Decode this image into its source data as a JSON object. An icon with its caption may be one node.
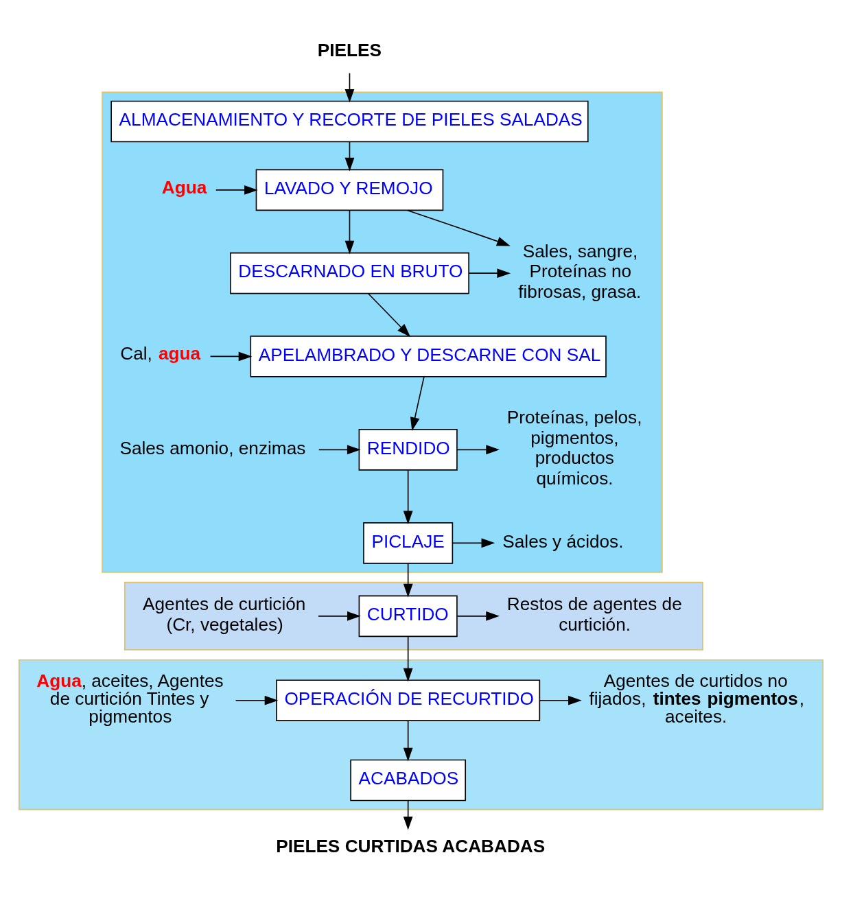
{
  "diagram": {
    "nodes": [
      {
        "text": [
          "PIELES"
        ]
      },
      {
        "text": [],
        "shape": "box"
      },
      {
        "text": [
          "ALMACENAMIENTO Y RECORTE DE PIELES SALADAS"
        ],
        "in": 1
      },
      {
        "text": [
          "Agua"
        ],
        "in": 1
      },
      {
        "text": [
          "LAVADO Y REMOJO"
        ],
        "in": 1
      },
      {
        "text": [
          "DESCARNADO EN BRUTO"
        ],
        "in": 1
      },
      {
        "text": [
          "Sales, sangre, Proteínas no fibrosas, grasa."
        ],
        "in": 1
      },
      {
        "text": [
          "Cal, **agua**"
        ],
        "in": 1
      },
      {
        "text": [
          "APELAMBRADO Y DESCARNE CON SAL"
        ],
        "in": 1
      },
      {
        "text": [
          "Sales amonio, enzimas"
        ],
        "in": 1
      },
      {
        "text": [
          "RENDIDO"
        ],
        "in": 1
      },
      {
        "text": [
          "Proteínas, pelos, pigmentos, productos químicos."
        ],
        "in": 1
      },
      {
        "text": [
          "PICLAJE"
        ],
        "in": 1
      },
      {
        "text": [
          "Sales y ácidos."
        ],
        "in": 1
      },
      {
        "text": [],
        "shape": "box"
      },
      {
        "text": [
          "Agentes de curtición (Cr, vegetales)"
        ],
        "in": 14
      },
      {
        "text": [
          "CURTIDO"
        ],
        "in": 14
      },
      {
        "text": [
          "Restos de agentes de curtición."
        ],
        "in": 14
      },
      {
        "text": [],
        "shape": "box"
      },
      {
        "text": [
          "**Agua**, aceites, Agentes de curtición Tintes y pigmentos"
        ],
        "in": 18
      },
      {
        "text": [
          "OPERACIÓN DE RECURTIDO"
        ],
        "in": 18
      },
      {
        "text": [
          "Agentes de curtidos no fijados, **tintes pigmentos**, aceites."
        ],
        "in": 18
      },
      {
        "text": [
          "ACABADOS"
        ],
        "in": 18
      },
      {
        "text": [
          "PIELES CURTIDAS ACABADAS"
        ]
      }
    ],
    "edges": [
      {
        "from": 0,
        "to": 2,
        "arrow": "to"
      },
      {
        "from": 2,
        "to": 4,
        "arrow": "to"
      },
      {
        "from": 3,
        "to": 4,
        "arrow": "to"
      },
      {
        "from": 4,
        "to": 5,
        "arrow": "to"
      },
      {
        "from": 4,
        "to": 6,
        "arrow": "to"
      },
      {
        "from": 5,
        "to": 6,
        "arrow": "to"
      },
      {
        "from": 5,
        "to": 8,
        "arrow": "to"
      },
      {
        "from": 7,
        "to": 8,
        "arrow": "to"
      },
      {
        "from": 8,
        "to": 10,
        "arrow": "to"
      },
      {
        "from": 9,
        "to": 10,
        "arrow": "to"
      },
      {
        "from": 10,
        "to": 11,
        "arrow": "to"
      },
      {
        "from": 10,
        "to": 12,
        "arrow": "to"
      },
      {
        "from": 12,
        "to": 13,
        "arrow": "to"
      },
      {
        "from": 12,
        "to": 16,
        "arrow": "to"
      },
      {
        "from": 15,
        "to": 16,
        "arrow": "to"
      },
      {
        "from": 16,
        "to": 17,
        "arrow": "to"
      },
      {
        "from": 16,
        "to": 20,
        "arrow": "to"
      },
      {
        "from": 19,
        "to": 20,
        "arrow": "to"
      },
      {
        "from": 20,
        "to": 21,
        "arrow": "to"
      },
      {
        "from": 20,
        "to": 22,
        "arrow": "to"
      },
      {
        "from": 22,
        "to": 23,
        "arrow": "to"
      }
    ]
  }
}
